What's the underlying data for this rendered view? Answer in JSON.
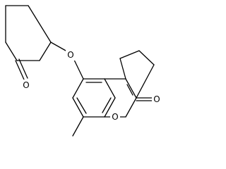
{
  "molecule": {
    "atoms": {
      "o_ether": "O",
      "o_ketone": "O",
      "o_ring": "O",
      "o_lactone": "O"
    },
    "colors": {
      "bond": "#000000",
      "label": "#000000",
      "background": "#ffffff"
    }
  }
}
